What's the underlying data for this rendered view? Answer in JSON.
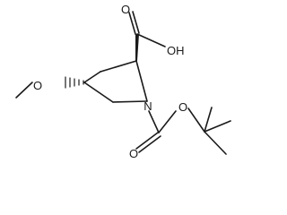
{
  "molecule": {
    "labels": {
      "carbonyl_oxygen_acid": "O",
      "hydroxyl": "OH",
      "methoxy_oxygen": "O",
      "ring_nitrogen": "N",
      "carbonyl_oxygen_boc": "O",
      "ester_oxygen_boc": "O"
    }
  }
}
